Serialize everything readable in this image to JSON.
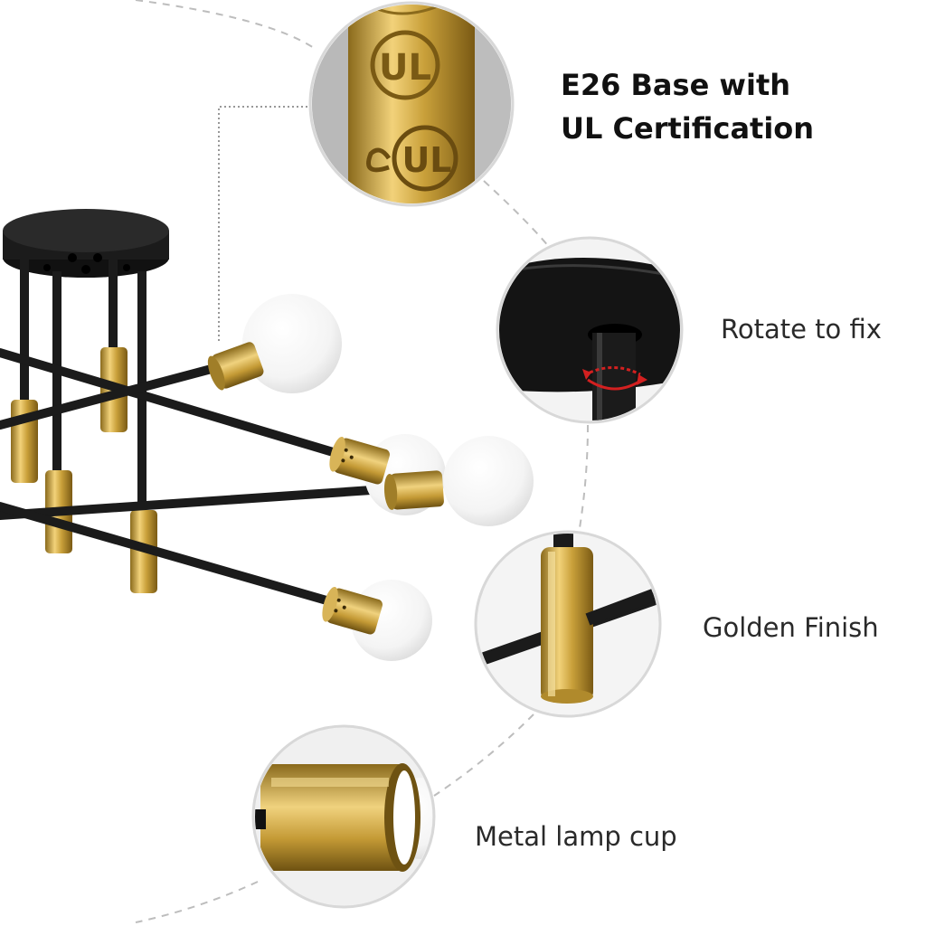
{
  "features": [
    {
      "id": "ul-certification",
      "label_lines": [
        "E26 Base with",
        "UL Certification"
      ],
      "icon": "ul-mark-icon"
    },
    {
      "id": "rotate-to-fix",
      "label": "Rotate to fix",
      "icon": "rotate-arrow-icon"
    },
    {
      "id": "golden-finish",
      "label": "Golden Finish",
      "icon": "golden-sleeve-icon"
    },
    {
      "id": "metal-lamp-cup",
      "label": "Metal lamp cup",
      "icon": "lamp-cup-icon"
    }
  ],
  "badge_text": [
    "UL",
    "UL"
  ],
  "colors": {
    "background": "#ffffff",
    "fixture_black": "#1b1b1b",
    "brass_gold": "#c9a03a",
    "bulb_white": "#f4f4f4",
    "dashed_line": "#bdbdbd",
    "rotate_arrow": "#d32020"
  }
}
